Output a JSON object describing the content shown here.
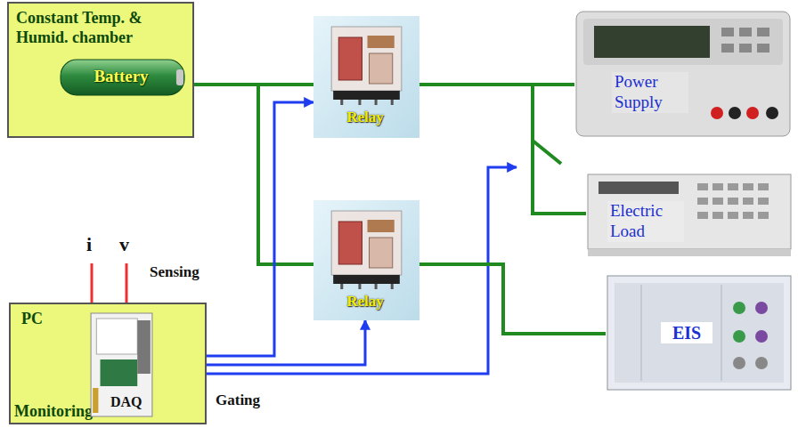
{
  "diagram": {
    "nodes": [
      {
        "text": [
          "Constant Temp. & Humid. chamber"
        ]
      },
      {
        "text": [
          "Battery"
        ],
        "in": 0
      },
      {
        "text": [
          "Relay"
        ]
      },
      {
        "text": [
          "Relay"
        ]
      },
      {
        "text": [
          "Power Supply"
        ]
      },
      {
        "text": [
          "Electric Load"
        ]
      },
      {
        "text": [
          "EIS"
        ]
      },
      {
        "text": [
          "PC",
          "Monitoring"
        ]
      },
      {
        "text": [
          "DAQ"
        ],
        "in": 7
      }
    ],
    "edges": [
      {
        "from": 0,
        "to": 2,
        "arrow": "none"
      },
      {
        "from": 0,
        "to": 3,
        "arrow": "none"
      },
      {
        "from": 2,
        "to": 4,
        "arrow": "none"
      },
      {
        "from": 2,
        "to": 5,
        "arrow": "none"
      },
      {
        "from": 3,
        "to": 6,
        "arrow": "none"
      },
      {
        "from": 8,
        "to": 2,
        "arrow": "to"
      },
      {
        "from": 8,
        "to": 3,
        "arrow": "to"
      }
    ],
    "labels": [
      "i",
      "v",
      "Sensing",
      "Gating"
    ]
  }
}
